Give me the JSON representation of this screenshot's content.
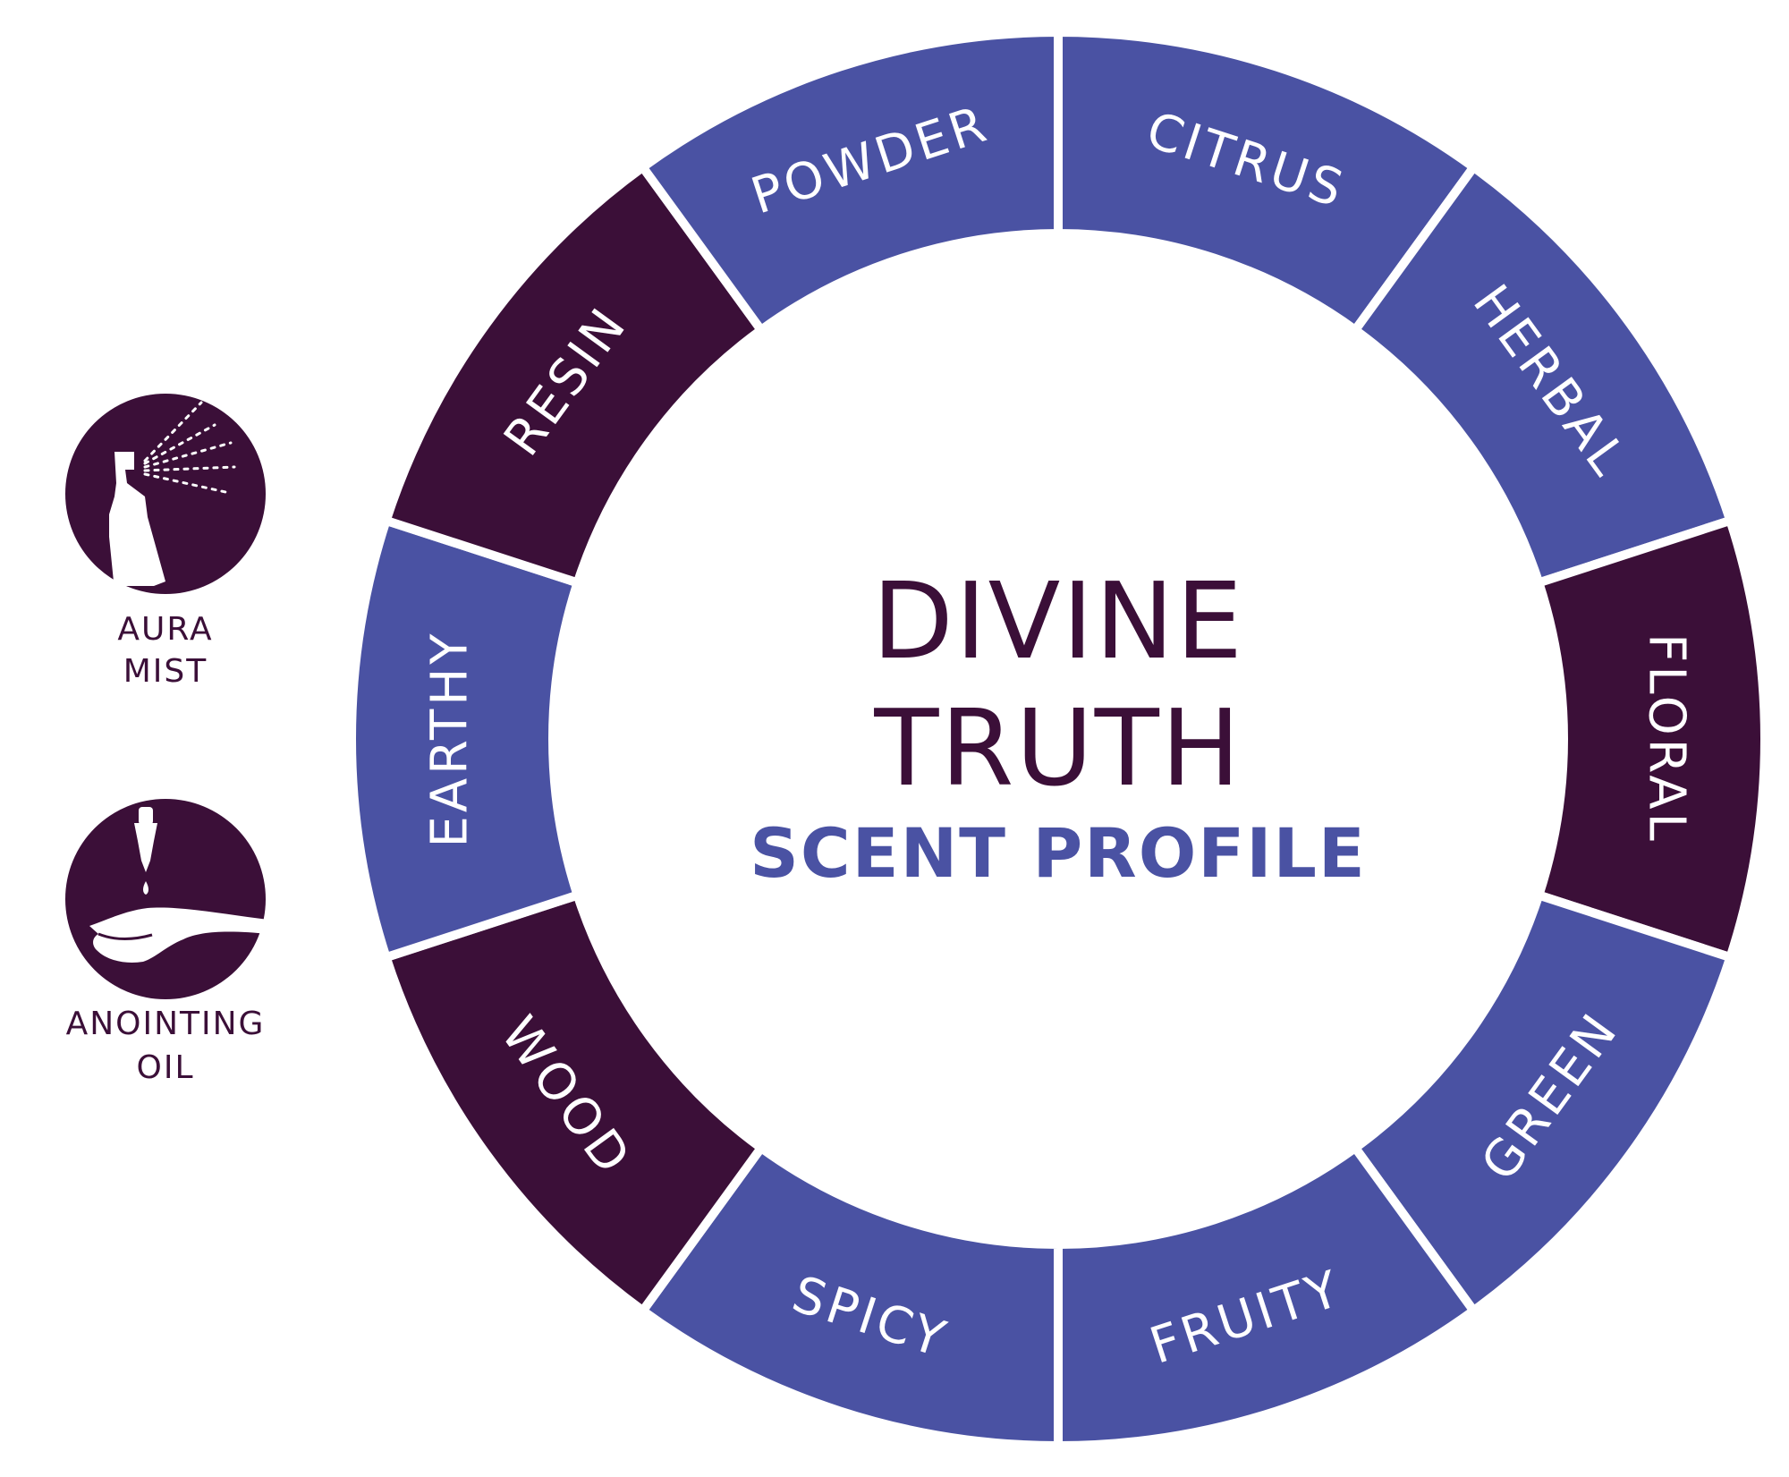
{
  "colors": {
    "light": "#4a52a3",
    "dark": "#3b0f38",
    "text_dark": "#3b0f38",
    "accent": "#4a52a3",
    "background": "#ffffff"
  },
  "title": {
    "line1": "DIVINE",
    "line2": "TRUTH",
    "subtitle": "SCENT PROFILE"
  },
  "segments": [
    {
      "label": "CITRUS",
      "shade": "light"
    },
    {
      "label": "HERBAL",
      "shade": "light"
    },
    {
      "label": "FLORAL",
      "shade": "dark"
    },
    {
      "label": "GREEN",
      "shade": "light"
    },
    {
      "label": "FRUITY",
      "shade": "light"
    },
    {
      "label": "SPICY",
      "shade": "light"
    },
    {
      "label": "WOOD",
      "shade": "dark"
    },
    {
      "label": "EARTHY",
      "shade": "light"
    },
    {
      "label": "RESIN",
      "shade": "dark"
    },
    {
      "label": "POWDER",
      "shade": "light"
    }
  ],
  "products": [
    {
      "icon": "spray-bottle-icon",
      "line1": "AURA",
      "line2": "MIST"
    },
    {
      "icon": "dropper-hand-icon",
      "line1": "ANOINTING",
      "line2": "OIL"
    }
  ]
}
